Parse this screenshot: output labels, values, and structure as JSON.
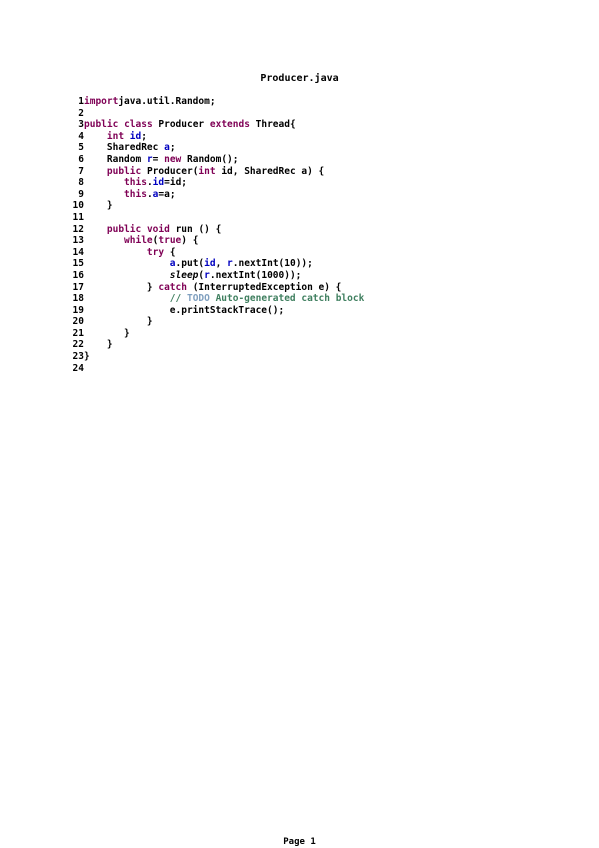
{
  "document": {
    "title": "Producer.java",
    "footer": "Page 1"
  },
  "code": {
    "lines": [
      {
        "n": "1",
        "tokens": [
          [
            "kw",
            "import"
          ],
          [
            "",
            "java.util.Random;"
          ]
        ]
      },
      {
        "n": "2",
        "tokens": []
      },
      {
        "n": "3",
        "tokens": [
          [
            "kw",
            "public"
          ],
          [
            "",
            " "
          ],
          [
            "kw",
            "class"
          ],
          [
            "",
            " Producer "
          ],
          [
            "kw",
            "extends"
          ],
          [
            "",
            " Thread{"
          ]
        ]
      },
      {
        "n": "4",
        "tokens": [
          [
            "",
            "    "
          ],
          [
            "kw",
            "int"
          ],
          [
            "",
            " "
          ],
          [
            "fld",
            "id"
          ],
          [
            "",
            ";"
          ]
        ]
      },
      {
        "n": "5",
        "tokens": [
          [
            "",
            "    SharedRec "
          ],
          [
            "fld",
            "a"
          ],
          [
            "",
            ";"
          ]
        ]
      },
      {
        "n": "6",
        "tokens": [
          [
            "",
            "    Random "
          ],
          [
            "fld",
            "r"
          ],
          [
            "",
            "= "
          ],
          [
            "kw",
            "new"
          ],
          [
            "",
            " Random();"
          ]
        ]
      },
      {
        "n": "7",
        "tokens": [
          [
            "",
            "    "
          ],
          [
            "kw",
            "public"
          ],
          [
            "",
            " Producer("
          ],
          [
            "kw",
            "int"
          ],
          [
            "",
            " id, SharedRec a) {"
          ]
        ]
      },
      {
        "n": "8",
        "tokens": [
          [
            "",
            "       "
          ],
          [
            "kw",
            "this"
          ],
          [
            "",
            "."
          ],
          [
            "fld",
            "id"
          ],
          [
            "",
            "=id;"
          ]
        ]
      },
      {
        "n": "9",
        "tokens": [
          [
            "",
            "       "
          ],
          [
            "kw",
            "this"
          ],
          [
            "",
            "."
          ],
          [
            "fld",
            "a"
          ],
          [
            "",
            "=a;"
          ]
        ]
      },
      {
        "n": "10",
        "tokens": [
          [
            "",
            "    }"
          ]
        ]
      },
      {
        "n": "11",
        "tokens": []
      },
      {
        "n": "12",
        "tokens": [
          [
            "",
            "    "
          ],
          [
            "kw",
            "public"
          ],
          [
            "",
            " "
          ],
          [
            "kw",
            "void"
          ],
          [
            "",
            " run () {"
          ]
        ]
      },
      {
        "n": "13",
        "tokens": [
          [
            "",
            "       "
          ],
          [
            "kw",
            "while"
          ],
          [
            "",
            "("
          ],
          [
            "kw",
            "true"
          ],
          [
            "",
            ") {"
          ]
        ]
      },
      {
        "n": "14",
        "tokens": [
          [
            "",
            "           "
          ],
          [
            "kw",
            "try"
          ],
          [
            "",
            " {"
          ]
        ]
      },
      {
        "n": "15",
        "tokens": [
          [
            "",
            "               "
          ],
          [
            "fld",
            "a"
          ],
          [
            "",
            ".put("
          ],
          [
            "fld",
            "id"
          ],
          [
            "",
            ", "
          ],
          [
            "fld",
            "r"
          ],
          [
            "",
            ".nextInt(10));"
          ]
        ]
      },
      {
        "n": "16",
        "tokens": [
          [
            "",
            "               "
          ],
          [
            "it",
            "sleep"
          ],
          [
            "",
            "("
          ],
          [
            "fld",
            "r"
          ],
          [
            "",
            ".nextInt(1000));"
          ]
        ]
      },
      {
        "n": "17",
        "tokens": [
          [
            "",
            "           } "
          ],
          [
            "kw",
            "catch"
          ],
          [
            "",
            " (InterruptedException e) {"
          ]
        ]
      },
      {
        "n": "18",
        "tokens": [
          [
            "",
            "               "
          ],
          [
            "cm",
            "// "
          ],
          [
            "todo",
            "TODO"
          ],
          [
            "cm",
            " Auto-generated catch block"
          ]
        ]
      },
      {
        "n": "19",
        "tokens": [
          [
            "",
            "               e.printStackTrace();"
          ]
        ]
      },
      {
        "n": "20",
        "tokens": [
          [
            "",
            "           }"
          ]
        ]
      },
      {
        "n": "21",
        "tokens": [
          [
            "",
            "       }"
          ]
        ]
      },
      {
        "n": "22",
        "tokens": [
          [
            "",
            "    }"
          ]
        ]
      },
      {
        "n": "23",
        "tokens": [
          [
            "",
            "}"
          ]
        ]
      },
      {
        "n": "24",
        "tokens": []
      }
    ]
  }
}
